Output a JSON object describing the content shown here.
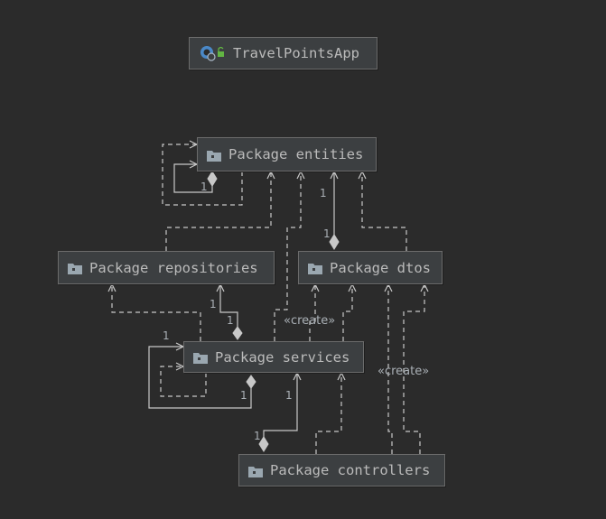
{
  "app": {
    "title": "TravelPointsApp",
    "icon": "app-module-icon"
  },
  "packages": {
    "entities": "Package entities",
    "repositories": "Package repositories",
    "dtos": "Package dtos",
    "services": "Package services",
    "controllers": "Package controllers"
  },
  "package_icon": "folder-icon",
  "multiplicities": {
    "entities_self": "1",
    "entities_from_dtos": "1",
    "dtos_diamond": "1",
    "repositories_from_services": "1",
    "services_diamond_repo": "1",
    "services_self_top": "1",
    "services_self_diamond": "1",
    "services_from_controllers": "1",
    "controllers_diamond": "1"
  },
  "stereotypes": {
    "services_to_dtos": "«create»",
    "controllers_to_dtos": "«create»"
  },
  "colors": {
    "background": "#2b2b2b",
    "node_fill": "#3c3f41",
    "node_border": "#6b6b6b",
    "edge": "#c8c8c8",
    "text": "#bbbbbb"
  }
}
